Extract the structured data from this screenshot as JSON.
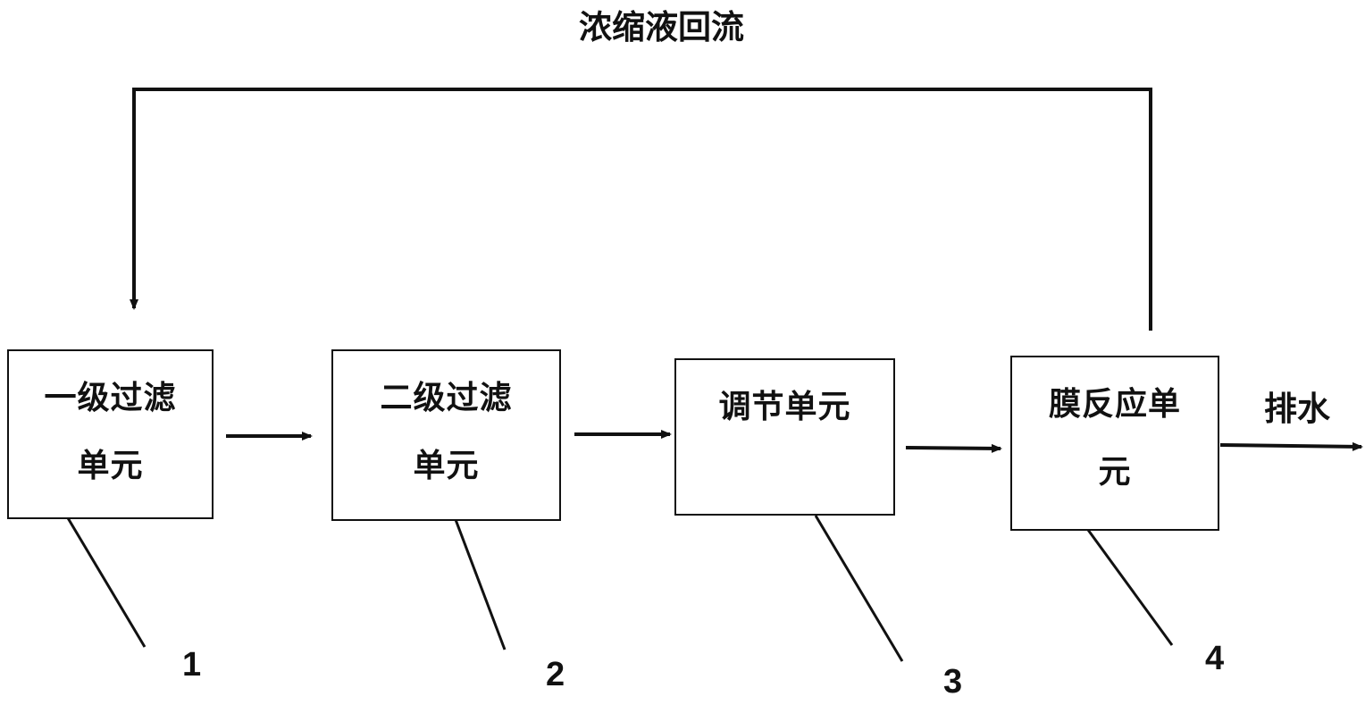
{
  "recycle_label": "浓缩液回流",
  "discharge_label": "排水",
  "units": [
    {
      "number": "1",
      "lines": [
        "一级过滤",
        "单元"
      ]
    },
    {
      "number": "2",
      "lines": [
        "二级过滤",
        "单元"
      ]
    },
    {
      "number": "3",
      "lines": [
        "调节单元"
      ]
    },
    {
      "number": "4",
      "lines": [
        "膜反应单",
        "元"
      ]
    }
  ],
  "colors": {
    "line": "#111111",
    "background": "#ffffff"
  }
}
